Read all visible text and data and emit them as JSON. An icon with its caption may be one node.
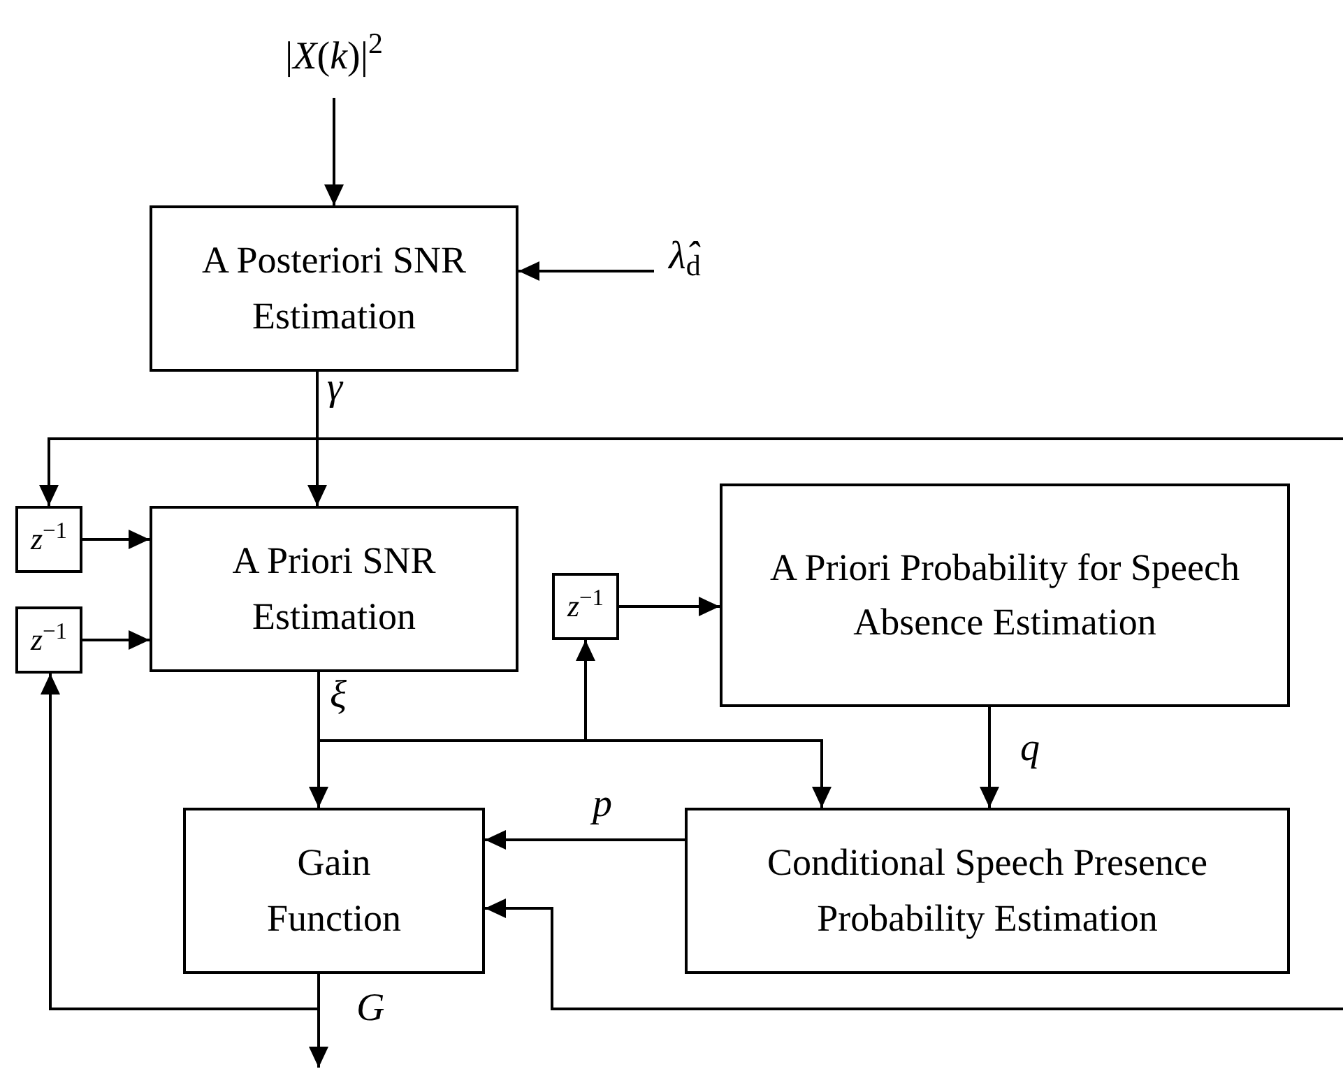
{
  "diagram": {
    "nodes": [
      {
        "text": [
          "|*X*(*k*)|$^{2}$"
        ]
      },
      {
        "text": [
          "A Posteriori SNR Estimation"
        ]
      },
      {
        "text": [
          "*λ̂*$_{d}$"
        ]
      },
      {
        "text": [
          "A Priori SNR Estimation"
        ]
      },
      {
        "text": [
          "*z*$^{−1}$"
        ]
      },
      {
        "text": [
          "*z*$^{−1}$"
        ]
      },
      {
        "text": [
          "*z*$^{−1}$"
        ]
      },
      {
        "text": [
          "A Priori Probability for Speech Absence Estimation"
        ]
      },
      {
        "text": [
          "Gain Function"
        ]
      },
      {
        "text": [
          "Conditional Speech Presence Probability Estimation"
        ]
      }
    ],
    "edges": [
      {
        "from": 0,
        "to": 1,
        "arrow": "to"
      },
      {
        "from": 2,
        "to": 1,
        "arrow": "to"
      },
      {
        "from": 1,
        "to": 3,
        "arrow": "to",
        "label": "γ"
      },
      {
        "from": 1,
        "to": 4,
        "arrow": "to"
      },
      {
        "from": 1,
        "to": null,
        "arrow": "none"
      },
      {
        "from": 4,
        "to": 3,
        "arrow": "to"
      },
      {
        "from": 5,
        "to": 3,
        "arrow": "to"
      },
      {
        "from": 3,
        "to": 8,
        "arrow": "to",
        "label": "ξ"
      },
      {
        "from": 3,
        "to": 9,
        "arrow": "to"
      },
      {
        "from": 3,
        "to": 6,
        "arrow": "to"
      },
      {
        "from": 6,
        "to": 7,
        "arrow": "to"
      },
      {
        "from": 7,
        "to": 9,
        "arrow": "to",
        "label": "q"
      },
      {
        "from": 9,
        "to": 8,
        "arrow": "to",
        "label": "p"
      },
      {
        "from": null,
        "to": 8,
        "arrow": "to"
      },
      {
        "from": 8,
        "to": 5,
        "arrow": "to"
      },
      {
        "from": 8,
        "to": null,
        "arrow": "to",
        "label": "G"
      }
    ]
  }
}
